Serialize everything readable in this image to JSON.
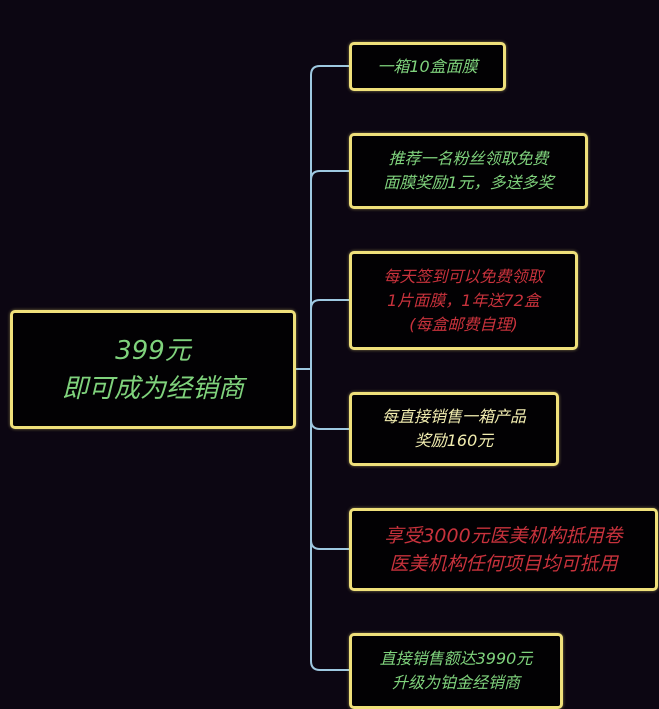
{
  "root": {
    "lines": [
      "399元",
      "即可成为经销商"
    ]
  },
  "nodes": [
    {
      "lines": [
        "一箱10盒面膜"
      ],
      "color": "#7fd27c"
    },
    {
      "lines": [
        "推荐一名粉丝领取免费",
        "面膜奖励1元，多送多奖"
      ],
      "color": "#7fd27c"
    },
    {
      "lines": [
        "每天签到可以免费领取",
        "1片面膜，1年送72盒",
        "(每盒邮费自理)"
      ],
      "color": "#c8323c"
    },
    {
      "lines": [
        "每直接销售一箱产品",
        "奖励160元"
      ],
      "color": "#f2edb0"
    },
    {
      "lines": [
        "享受3000元医美机构抵用卷",
        "医美机构任何项目均可抵用"
      ],
      "color": "#c8323c"
    },
    {
      "lines": [
        "直接销售额达3990元",
        "升级为铂金经销商"
      ],
      "color": "#7fd27c"
    }
  ],
  "colors": {
    "border": "#efe07a",
    "connector": "#9ec8e0",
    "background": "#0c0612"
  }
}
